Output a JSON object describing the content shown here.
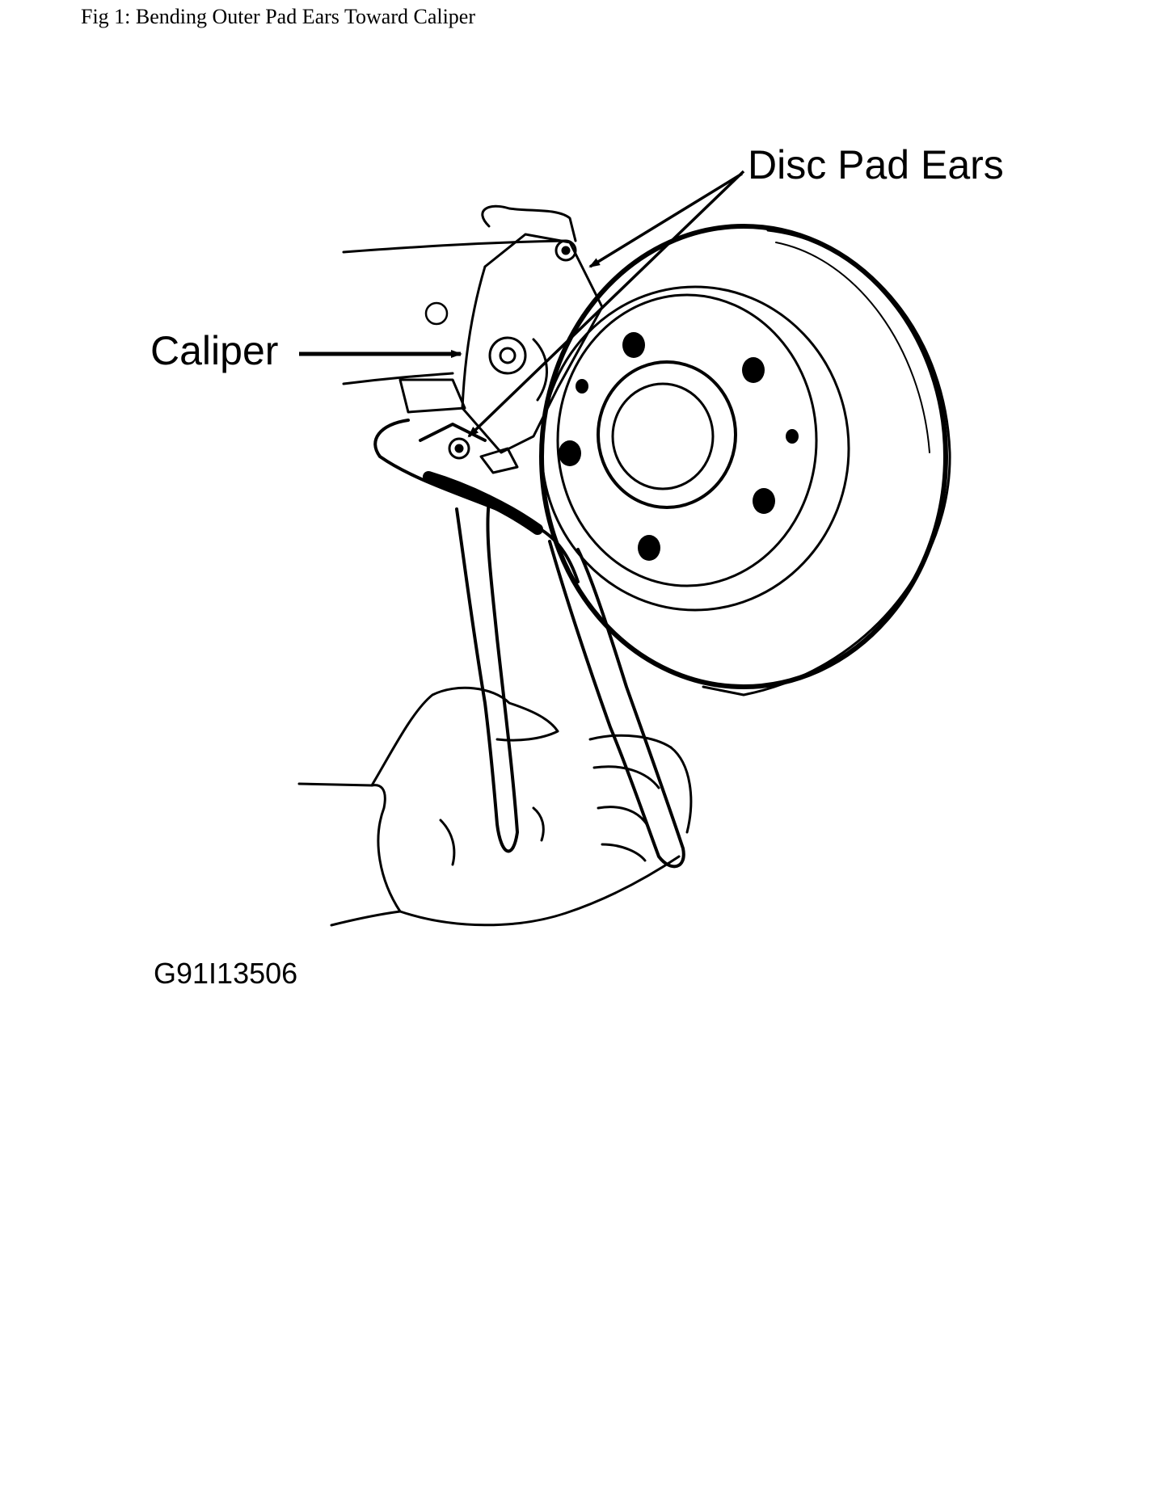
{
  "figure": {
    "caption": "Fig 1: Bending Outer Pad Ears Toward Caliper",
    "code": "G91I13506"
  },
  "callouts": {
    "disc_pad_ears": "Disc Pad Ears",
    "caliper": "Caliper"
  },
  "colors": {
    "ink": "#000000",
    "paper": "#ffffff"
  }
}
